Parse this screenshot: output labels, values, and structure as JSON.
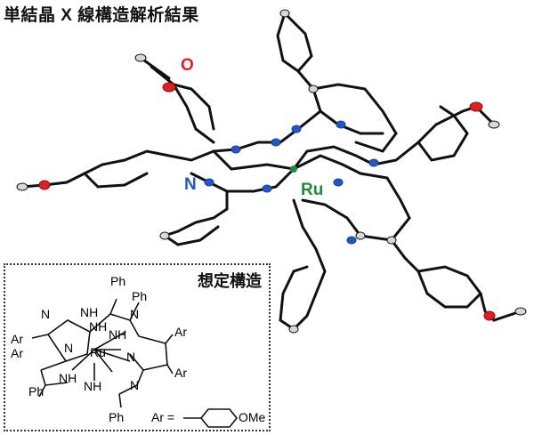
{
  "title": "単結晶 X 線構造解析結果",
  "labels": {
    "oxygen": "O",
    "nitrogen": "N",
    "ruthenium": "Ru"
  },
  "inset": {
    "title": "想定構造",
    "atoms": {
      "ph_top_left": "Ph",
      "ph_top_right": "Ph",
      "nh_1": "NH",
      "nh_2": "NH",
      "nh_3": "NH",
      "nh_4": "NH",
      "nh_5": "NH",
      "n_1": "N",
      "n_2": "N",
      "n_3": "N",
      "n_4": "N",
      "n_5": "N",
      "ru": "Ru",
      "ar_1": "Ar",
      "ar_2": "Ar",
      "ar_3": "Ar",
      "ar_4": "Ar",
      "ph_left": "Ph",
      "ph_bottom": "Ph"
    },
    "ar_legend_prefix": "Ar =",
    "ome": "OMe"
  },
  "colors": {
    "oxygen": "#e02020",
    "nitrogen": "#2456c8",
    "ruthenium": "#1f8a3c"
  }
}
